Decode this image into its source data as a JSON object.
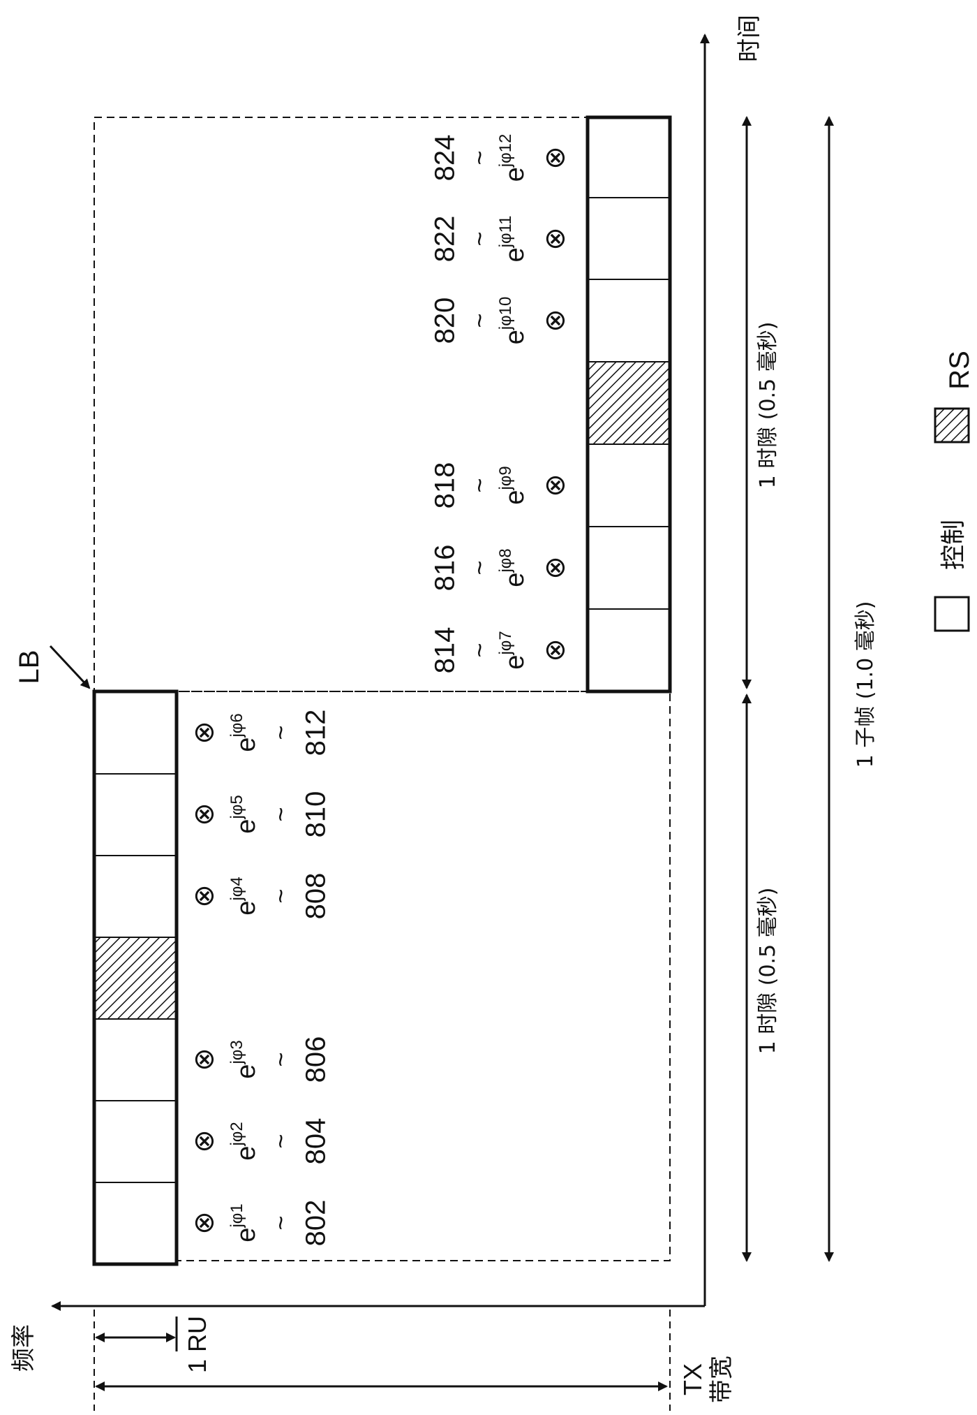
{
  "axes": {
    "time_label": "时间",
    "frequency_label": "频率",
    "tx_bandwidth_label_1": "TX",
    "tx_bandwidth_label_2": "带宽",
    "ru_label": "1 RU"
  },
  "lb_label": "LB",
  "slot_1_label": "1 时隙 (0.5 毫秒)",
  "slot_2_label": "1 时隙 (0.5 毫秒)",
  "subframe_label": "1 子帧 (1.0 毫秒)",
  "legend": {
    "control_label": "控制",
    "rs_label": "RS"
  },
  "multiplier_symbol": "⊗",
  "phase_base": "e",
  "slot_1_phases": [
    {
      "sup": "jφ1",
      "ref": "802"
    },
    {
      "sup": "jφ2",
      "ref": "804"
    },
    {
      "sup": "jφ3",
      "ref": "806"
    },
    {
      "sup": "jφ4",
      "ref": "808"
    },
    {
      "sup": "jφ5",
      "ref": "810"
    },
    {
      "sup": "jφ6",
      "ref": "812"
    }
  ],
  "slot_2_phases": [
    {
      "sup": "jφ7",
      "ref": "814"
    },
    {
      "sup": "jφ8",
      "ref": "816"
    },
    {
      "sup": "jφ9",
      "ref": "818"
    },
    {
      "sup": "jφ10",
      "ref": "820"
    },
    {
      "sup": "jφ11",
      "ref": "822"
    },
    {
      "sup": "jφ12",
      "ref": "824"
    }
  ],
  "colors": {
    "line": "#111111",
    "rs_hatch": "#111111",
    "background": "#ffffff"
  }
}
